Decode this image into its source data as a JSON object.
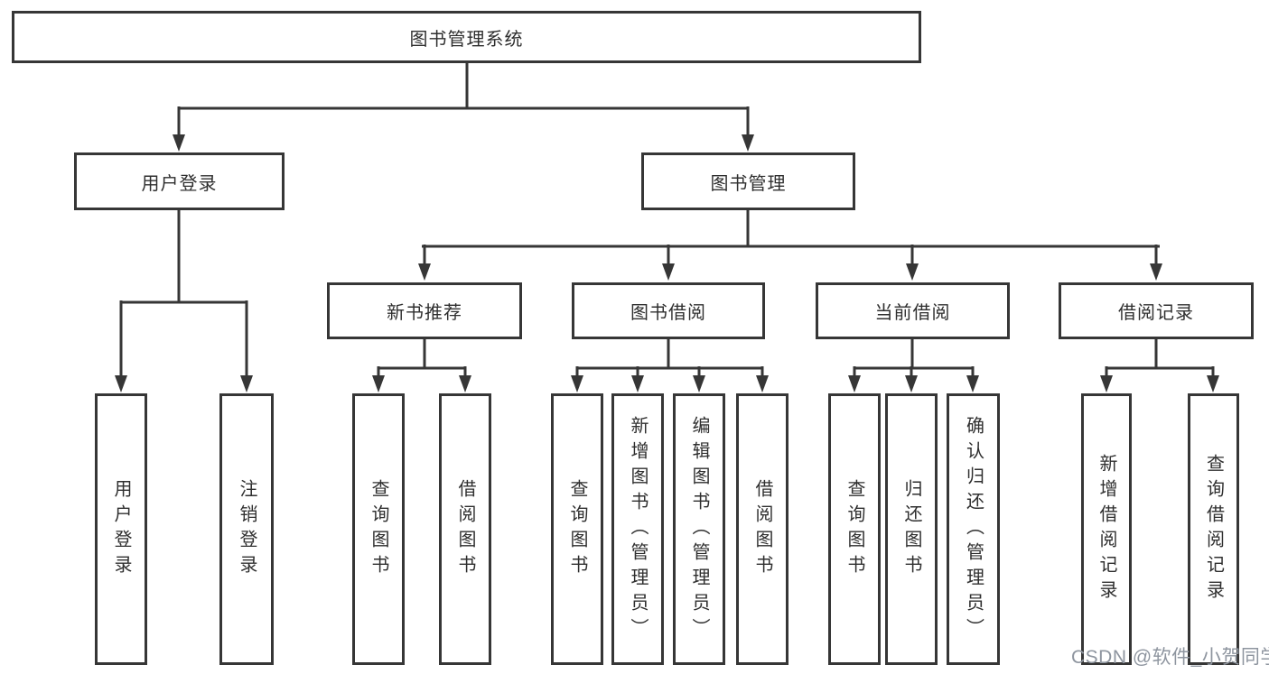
{
  "diagram": {
    "title": "图书管理系统",
    "root": {
      "label": "图书管理系统"
    },
    "level2": [
      {
        "label": "用户登录"
      },
      {
        "label": "图书管理"
      }
    ],
    "level3": [
      {
        "label": "新书推荐",
        "parent": "图书管理"
      },
      {
        "label": "图书借阅",
        "parent": "图书管理"
      },
      {
        "label": "当前借阅",
        "parent": "图书管理"
      },
      {
        "label": "借阅记录",
        "parent": "图书管理"
      }
    ],
    "leaves": [
      {
        "label": "用户登录",
        "parent": "用户登录"
      },
      {
        "label": "注销登录",
        "parent": "用户登录"
      },
      {
        "label": "查询图书",
        "parent": "新书推荐"
      },
      {
        "label": "借阅图书",
        "parent": "新书推荐"
      },
      {
        "label": "查询图书",
        "parent": "图书借阅"
      },
      {
        "label": "新增图书（管理员）",
        "parent": "图书借阅"
      },
      {
        "label": "编辑图书（管理员）",
        "parent": "图书借阅"
      },
      {
        "label": "借阅图书",
        "parent": "图书借阅"
      },
      {
        "label": "查询图书",
        "parent": "当前借阅"
      },
      {
        "label": "归还图书",
        "parent": "当前借阅"
      },
      {
        "label": "确认归还（管理员）",
        "parent": "当前借阅"
      },
      {
        "label": "新增借阅记录",
        "parent": "借阅记录"
      },
      {
        "label": "查询借阅记录",
        "parent": "借阅记录"
      }
    ],
    "colors": {
      "line": "#363636",
      "box_fill": "#ffffff",
      "text": "#2f2f2f",
      "watermark": "#8e959f"
    }
  },
  "watermark": "CSDN @软件_小贺同学"
}
